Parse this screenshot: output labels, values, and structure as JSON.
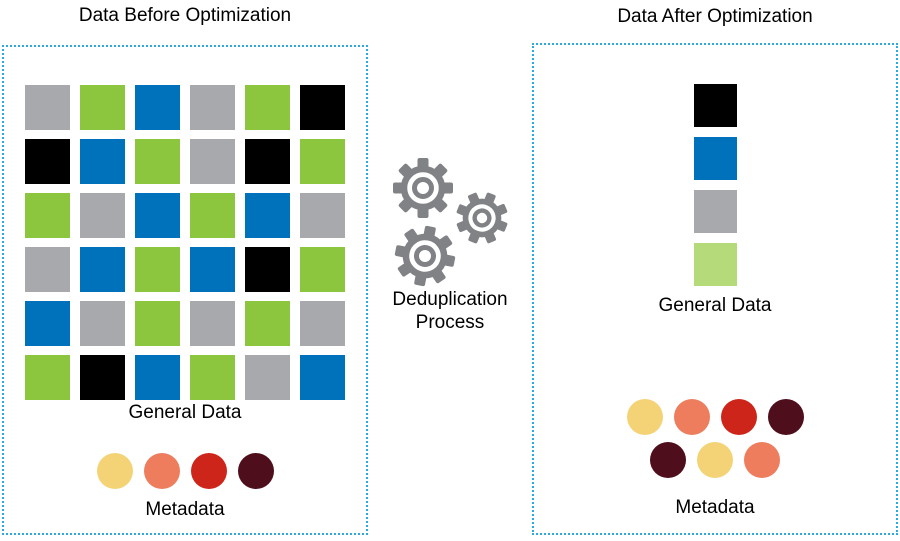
{
  "colors": {
    "gray": "#A7A9AC",
    "green": "#8CC63F",
    "blue": "#0072BC",
    "black": "#000000",
    "light-green": "#B5DA7A",
    "yellow": "#F4D377",
    "salmon": "#ED7D5D",
    "red": "#CE251A",
    "maroon": "#4F0E1C",
    "border": "#29ABE2",
    "gear": "#808285"
  },
  "before": {
    "title": "Data Before Optimization",
    "general_data_label": "General Data",
    "metadata_label": "Metadata",
    "grid_rows": [
      [
        "gray",
        "green",
        "blue",
        "gray",
        "green",
        "black"
      ],
      [
        "black",
        "blue",
        "green",
        "gray",
        "black",
        "green"
      ],
      [
        "green",
        "gray",
        "blue",
        "green",
        "blue",
        "gray"
      ],
      [
        "gray",
        "blue",
        "green",
        "blue",
        "black",
        "green"
      ],
      [
        "blue",
        "gray",
        "green",
        "gray",
        "green",
        "gray"
      ],
      [
        "green",
        "black",
        "blue",
        "green",
        "gray",
        "blue"
      ]
    ],
    "metadata_circles": [
      "yellow",
      "salmon",
      "red",
      "maroon"
    ]
  },
  "process": {
    "line1": "Deduplication",
    "line2": "Process"
  },
  "after": {
    "title": "Data After Optimization",
    "general_data_label": "General Data",
    "metadata_label": "Metadata",
    "column_squares": [
      "black",
      "blue",
      "gray",
      "light-green"
    ],
    "metadata_rows": [
      [
        "yellow",
        "salmon",
        "red",
        "maroon"
      ],
      [
        "maroon",
        "yellow",
        "salmon"
      ]
    ]
  }
}
